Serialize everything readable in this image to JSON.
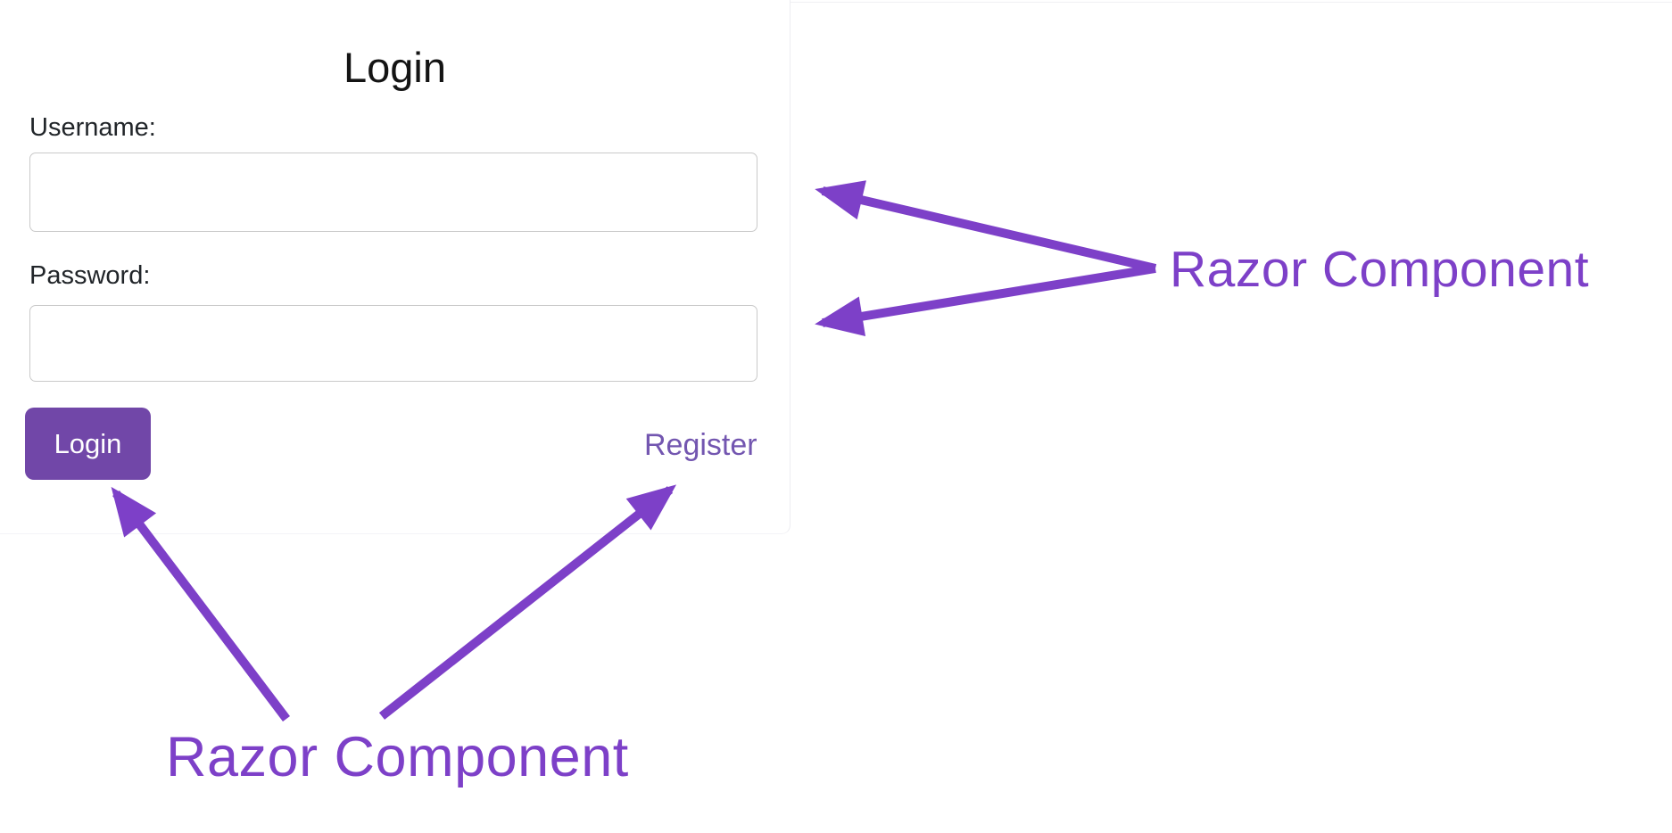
{
  "colors": {
    "annotation_purple": "#7d40c8",
    "button_purple": "#7147a8",
    "register_link_purple": "#7356b0"
  },
  "login_form": {
    "title": "Login",
    "username": {
      "label": "Username:",
      "value": ""
    },
    "password": {
      "label": "Password:",
      "value": ""
    },
    "login_button_label": "Login",
    "register_link_label": "Register"
  },
  "annotations": {
    "form_inputs_label": "Razor Component",
    "buttons_label": "Razor Component"
  }
}
